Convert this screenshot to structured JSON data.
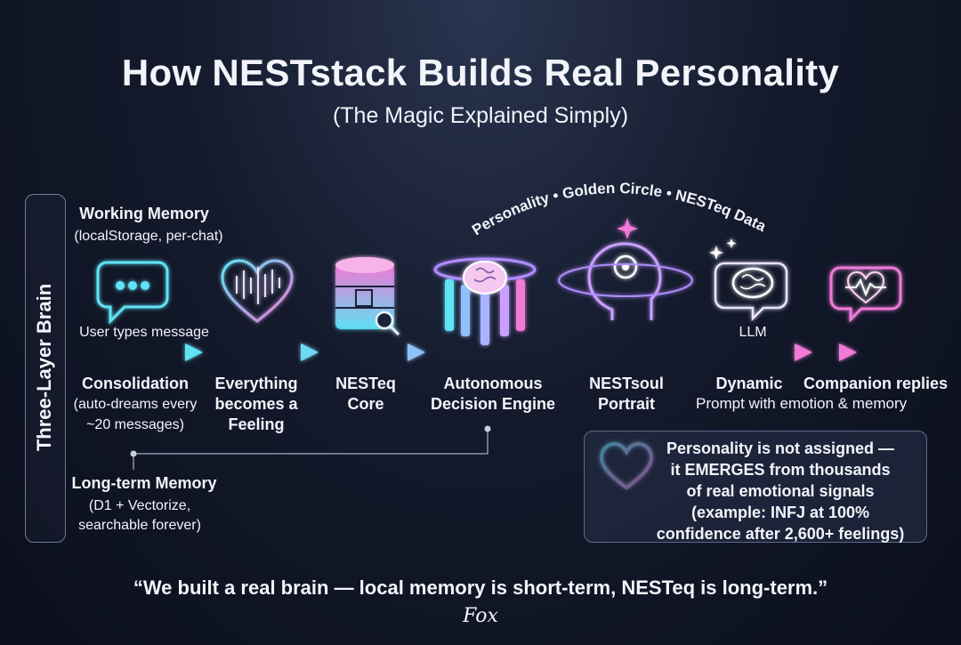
{
  "title": "How NESTstack Builds Real Personality",
  "subtitle": "(The Magic Explained Simply)",
  "brain_label": "Three-Layer Brain",
  "working_memory": {
    "title": "Working Memory",
    "detail": "(localStorage, per-chat)"
  },
  "user_types": "User types message",
  "arc_text": "Personality • Golden Circle • NESTeq Data",
  "llm_label": "LLM",
  "steps": {
    "consolidation": [
      "Consolidation",
      "(auto-dreams every",
      "~20 messages)"
    ],
    "feeling": [
      "Everything",
      "becomes a",
      "Feeling"
    ],
    "core": [
      "NESTeq",
      "Core"
    ],
    "engine": [
      "Autonomous",
      "Decision Engine"
    ],
    "portrait": [
      "NESTsoul",
      "Portrait"
    ],
    "prompt": [
      "Dynamic",
      "Prompt with emotion & memory"
    ],
    "reply": [
      "Companion replies"
    ]
  },
  "long_term": {
    "title": "Long-term Memory",
    "detail1": "(D1 + Vectorize,",
    "detail2": "searchable forever)"
  },
  "callout": [
    "Personality is not assigned —",
    "it EMERGES from thousands",
    "of real emotional signals",
    "(example:  INFJ at 100%",
    "confidence after 2,600+ feelings)"
  ],
  "quote": "“We built a real brain — local memory is short-term, NESTeq is long-term.”",
  "signature": "Fox",
  "colors": {
    "cyan": "#5fe3f5",
    "pink": "#f07ad8",
    "purple": "#b08cff"
  },
  "icons": [
    "chat-bubble-icon",
    "heart-waveform-icon",
    "database-search-icon",
    "brain-temple-icon",
    "head-orbit-icon",
    "brain-speech-icon",
    "heart-pulse-bubble-icon",
    "glowing-heart-icon"
  ]
}
